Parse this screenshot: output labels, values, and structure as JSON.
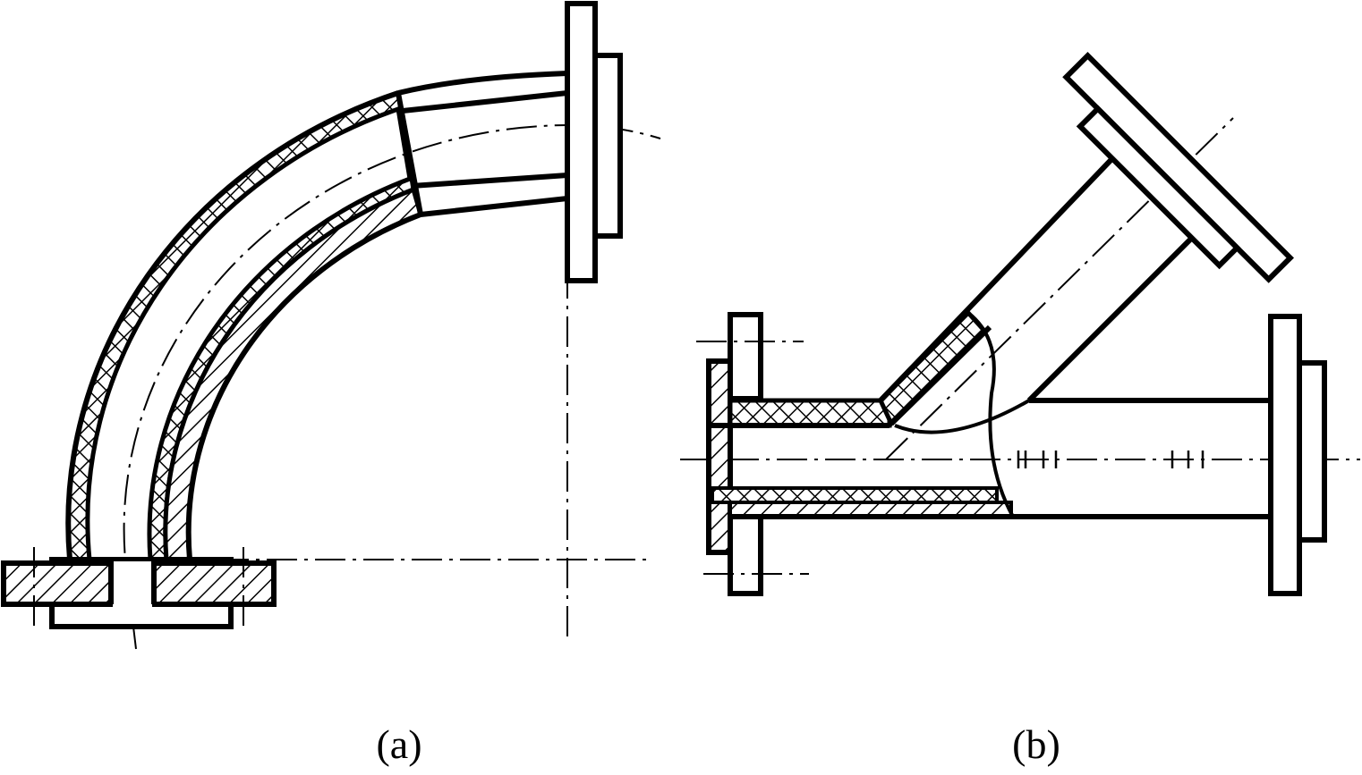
{
  "figure": {
    "panels": [
      {
        "id": "a",
        "caption": "(a)"
      },
      {
        "id": "b",
        "caption": "(b)"
      }
    ],
    "colors": {
      "line": "#000000",
      "background": "#ffffff"
    }
  }
}
